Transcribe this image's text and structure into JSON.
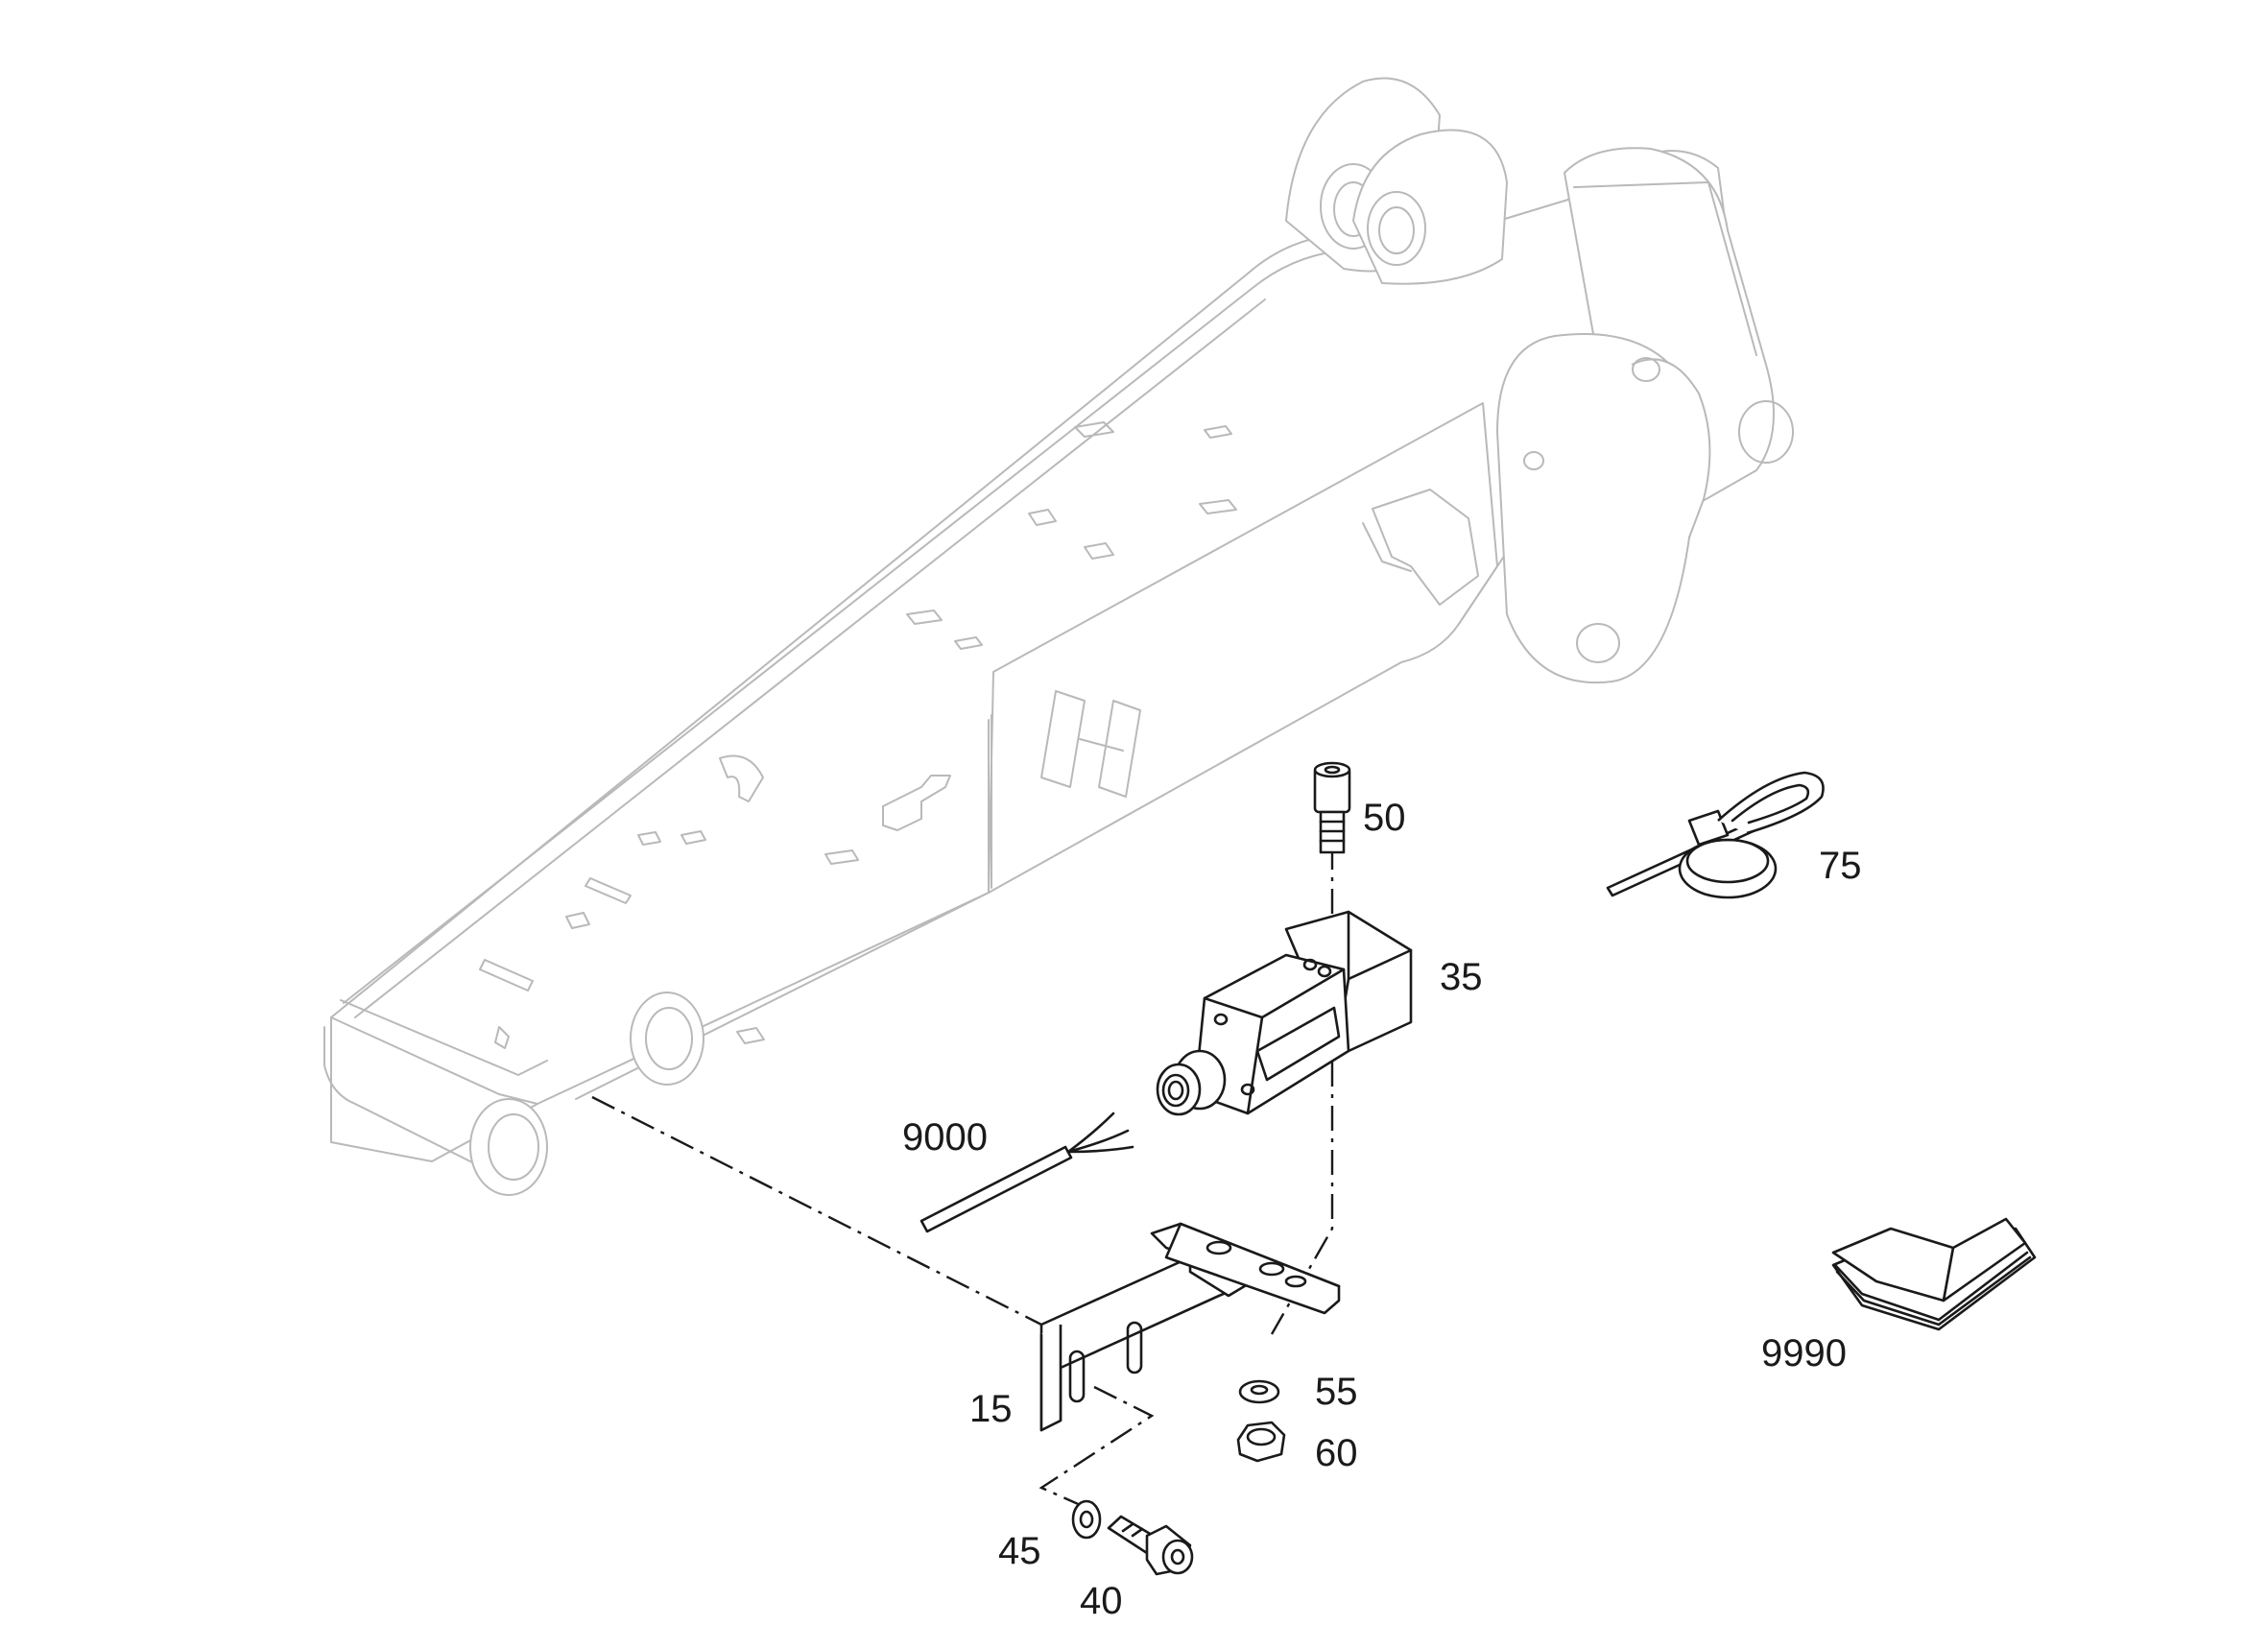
{
  "diagram": {
    "callouts": [
      {
        "id": "50",
        "text": "50"
      },
      {
        "id": "35",
        "text": "35"
      },
      {
        "id": "75",
        "text": "75"
      },
      {
        "id": "9000",
        "text": "9000"
      },
      {
        "id": "9990",
        "text": "9990"
      },
      {
        "id": "15",
        "text": "15"
      },
      {
        "id": "55",
        "text": "55"
      },
      {
        "id": "60",
        "text": "60"
      },
      {
        "id": "45",
        "text": "45"
      },
      {
        "id": "40",
        "text": "40"
      }
    ]
  }
}
